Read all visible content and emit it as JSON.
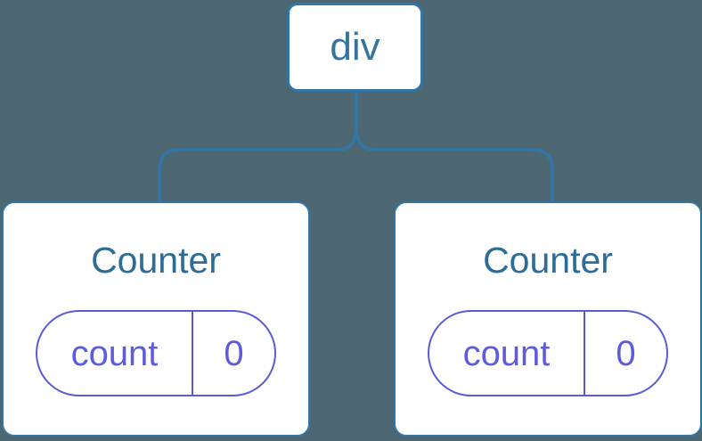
{
  "diagram": {
    "type": "component-tree",
    "colors": {
      "background": "#4C6772",
      "node_fill": "#FFFFFF",
      "tree_accent_blue": "#3276A8",
      "root_label_blue": "#35749B",
      "component_title_blue": "#2D6C96",
      "state_purple": "#5B5BD6"
    },
    "root": {
      "label": "div"
    },
    "children": [
      {
        "title": "Counter",
        "state": {
          "key": "count",
          "value": "0"
        }
      },
      {
        "title": "Counter",
        "state": {
          "key": "count",
          "value": "0"
        }
      }
    ]
  }
}
